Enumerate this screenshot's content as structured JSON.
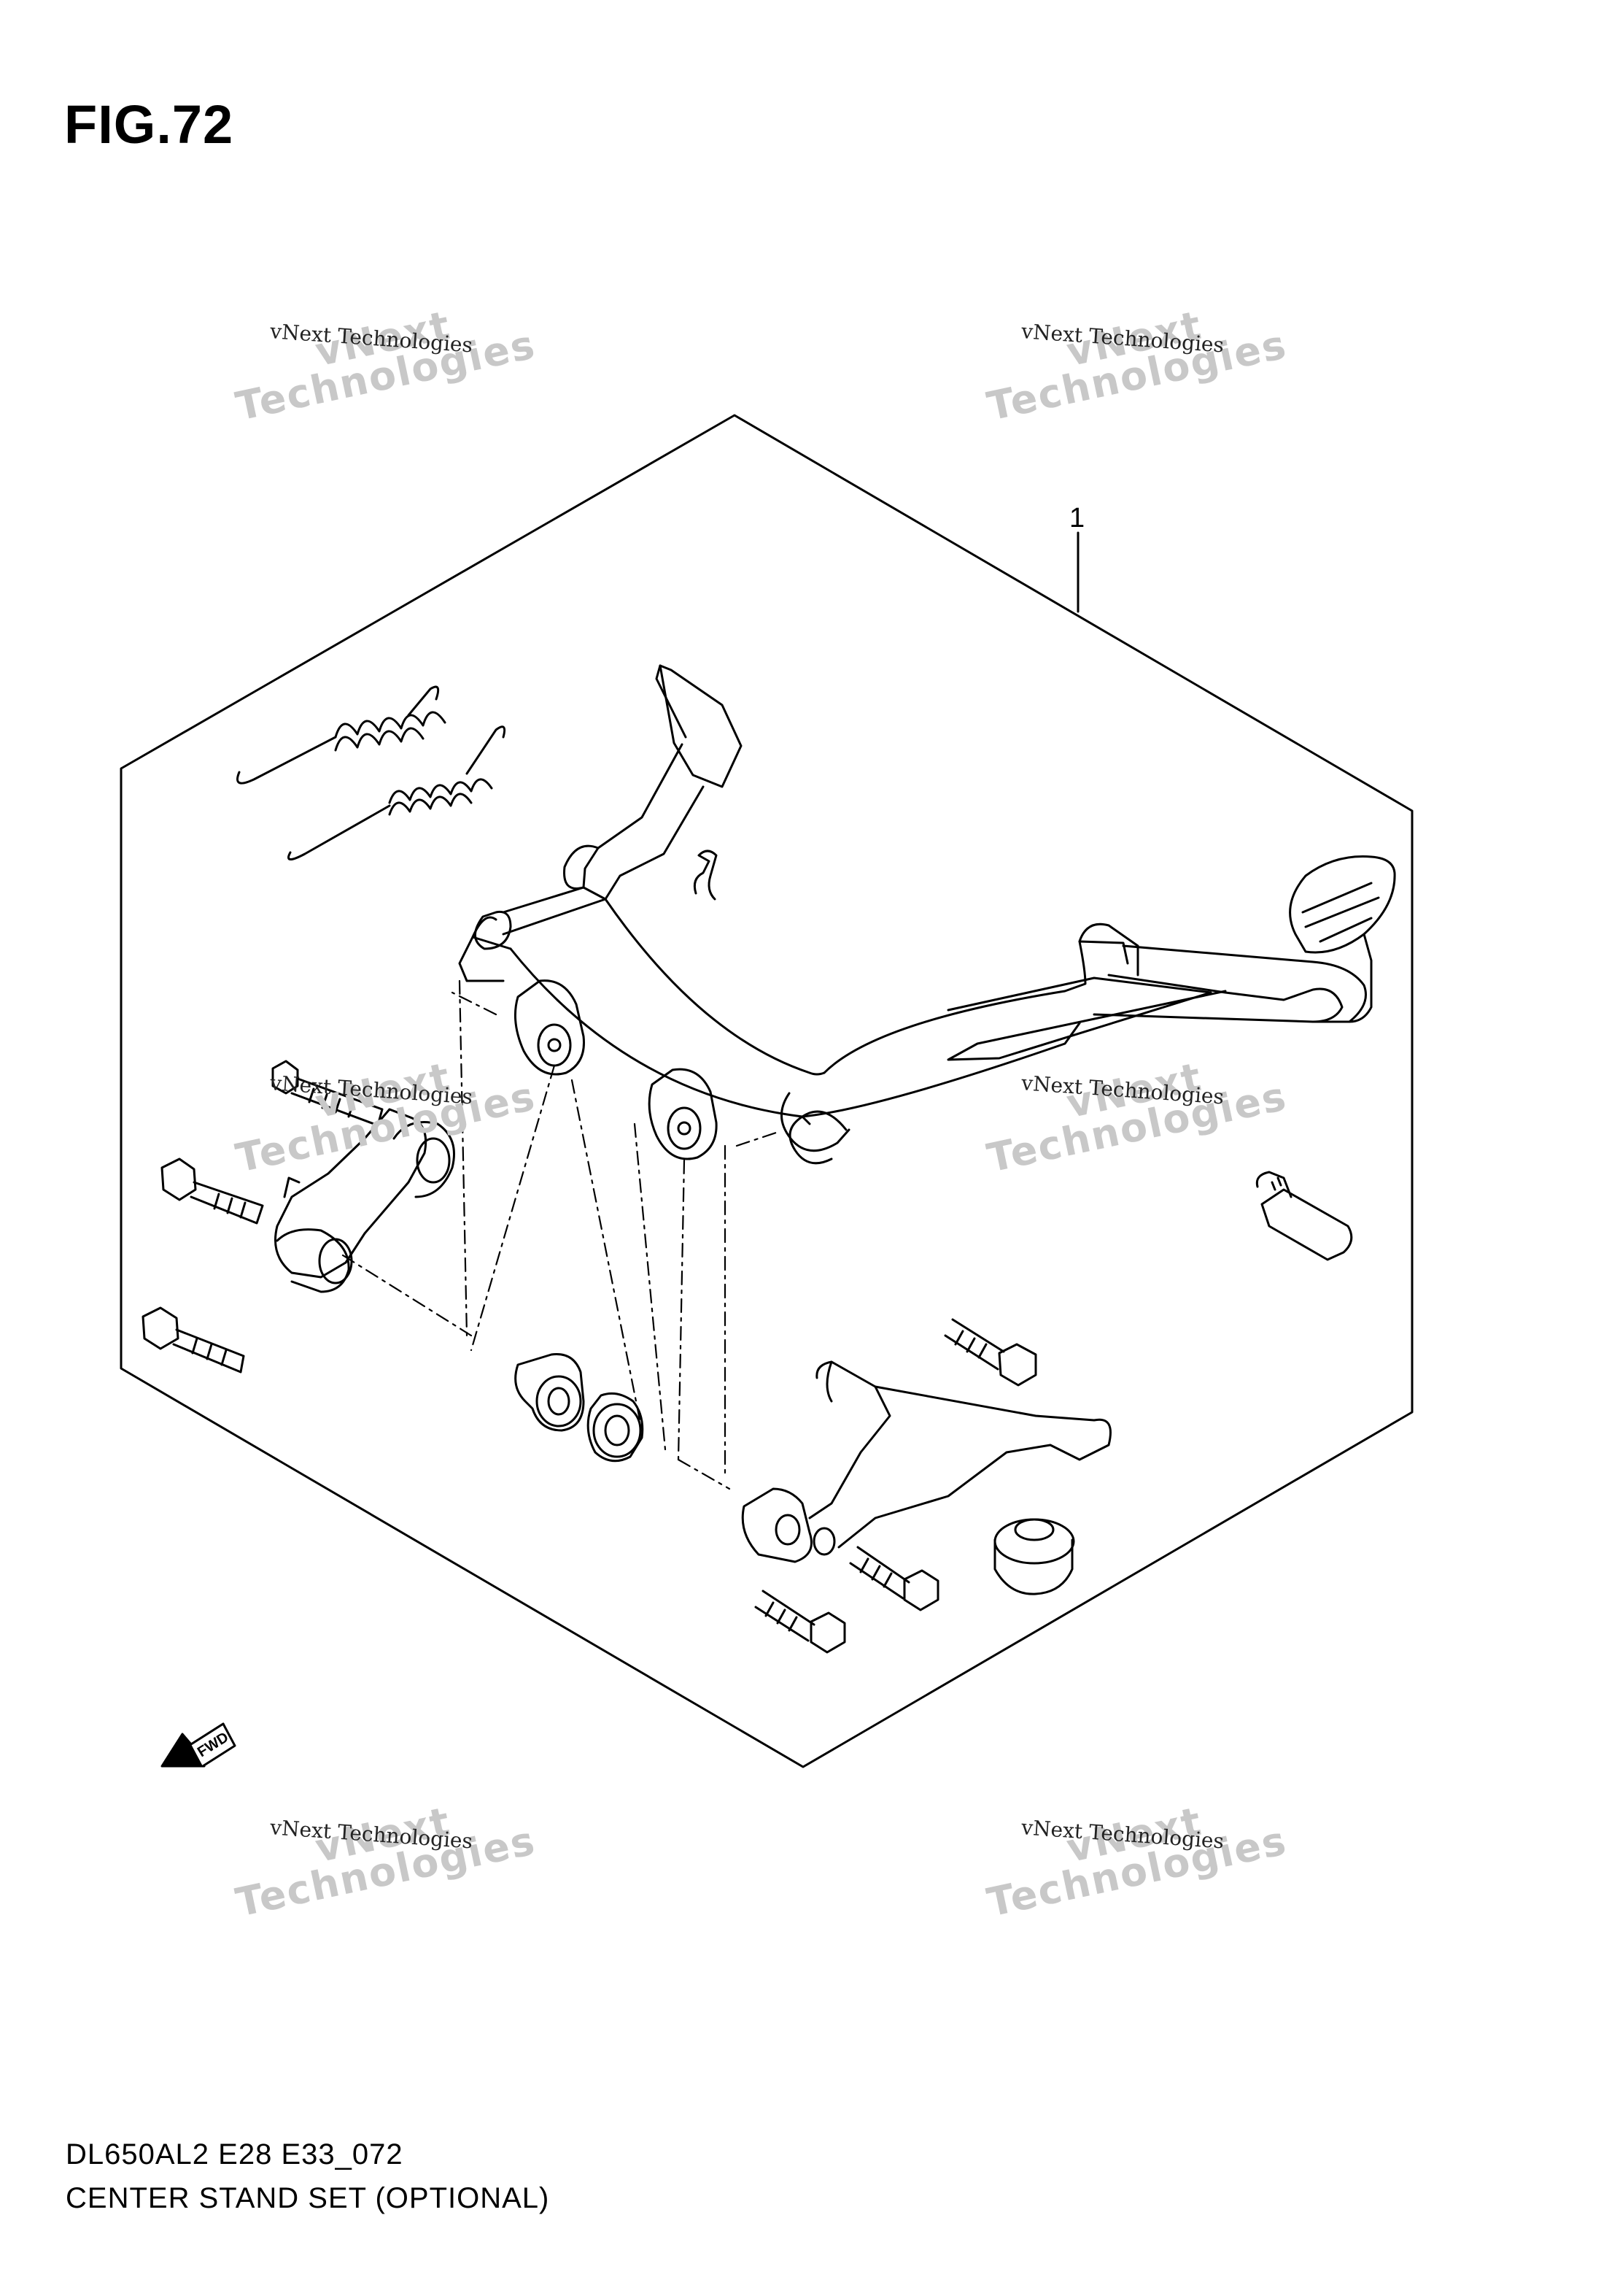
{
  "figure": {
    "title": "FIG.72"
  },
  "callouts": [
    {
      "label": "1"
    }
  ],
  "direction_marker": {
    "label": "FWD",
    "icon": "fwd-arrow-icon"
  },
  "watermark": {
    "line1": "vNext",
    "line2": "Technologies",
    "caption": "vNext Technologies"
  },
  "footer": {
    "code": "DL650AL2 E28 E33_072",
    "caption": "CENTER STAND SET (OPTIONAL)"
  }
}
